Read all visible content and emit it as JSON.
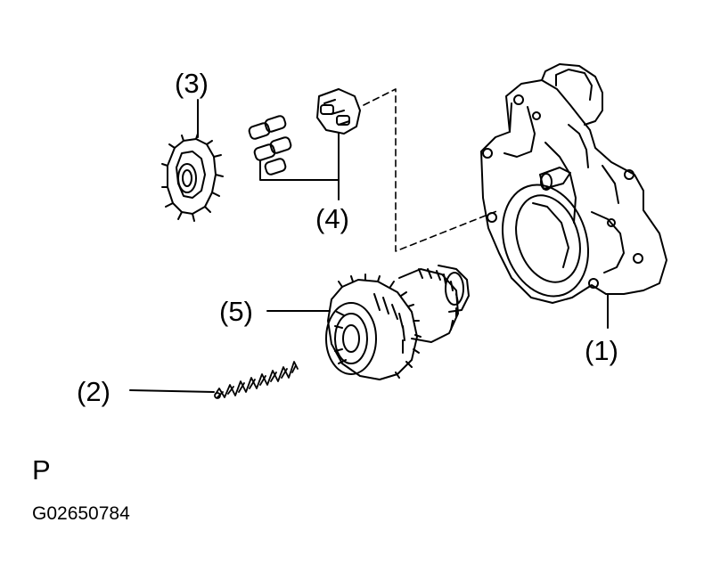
{
  "callouts": [
    {
      "id": "1",
      "text": "(1)"
    },
    {
      "id": "2",
      "text": "(2)"
    },
    {
      "id": "3",
      "text": "(3)"
    },
    {
      "id": "4",
      "text": "(4)"
    },
    {
      "id": "5",
      "text": "(5)"
    }
  ],
  "view_letter": "P",
  "figure_code": "G02650784",
  "colors": {
    "ink": "#000000",
    "paper": "#ffffff"
  }
}
